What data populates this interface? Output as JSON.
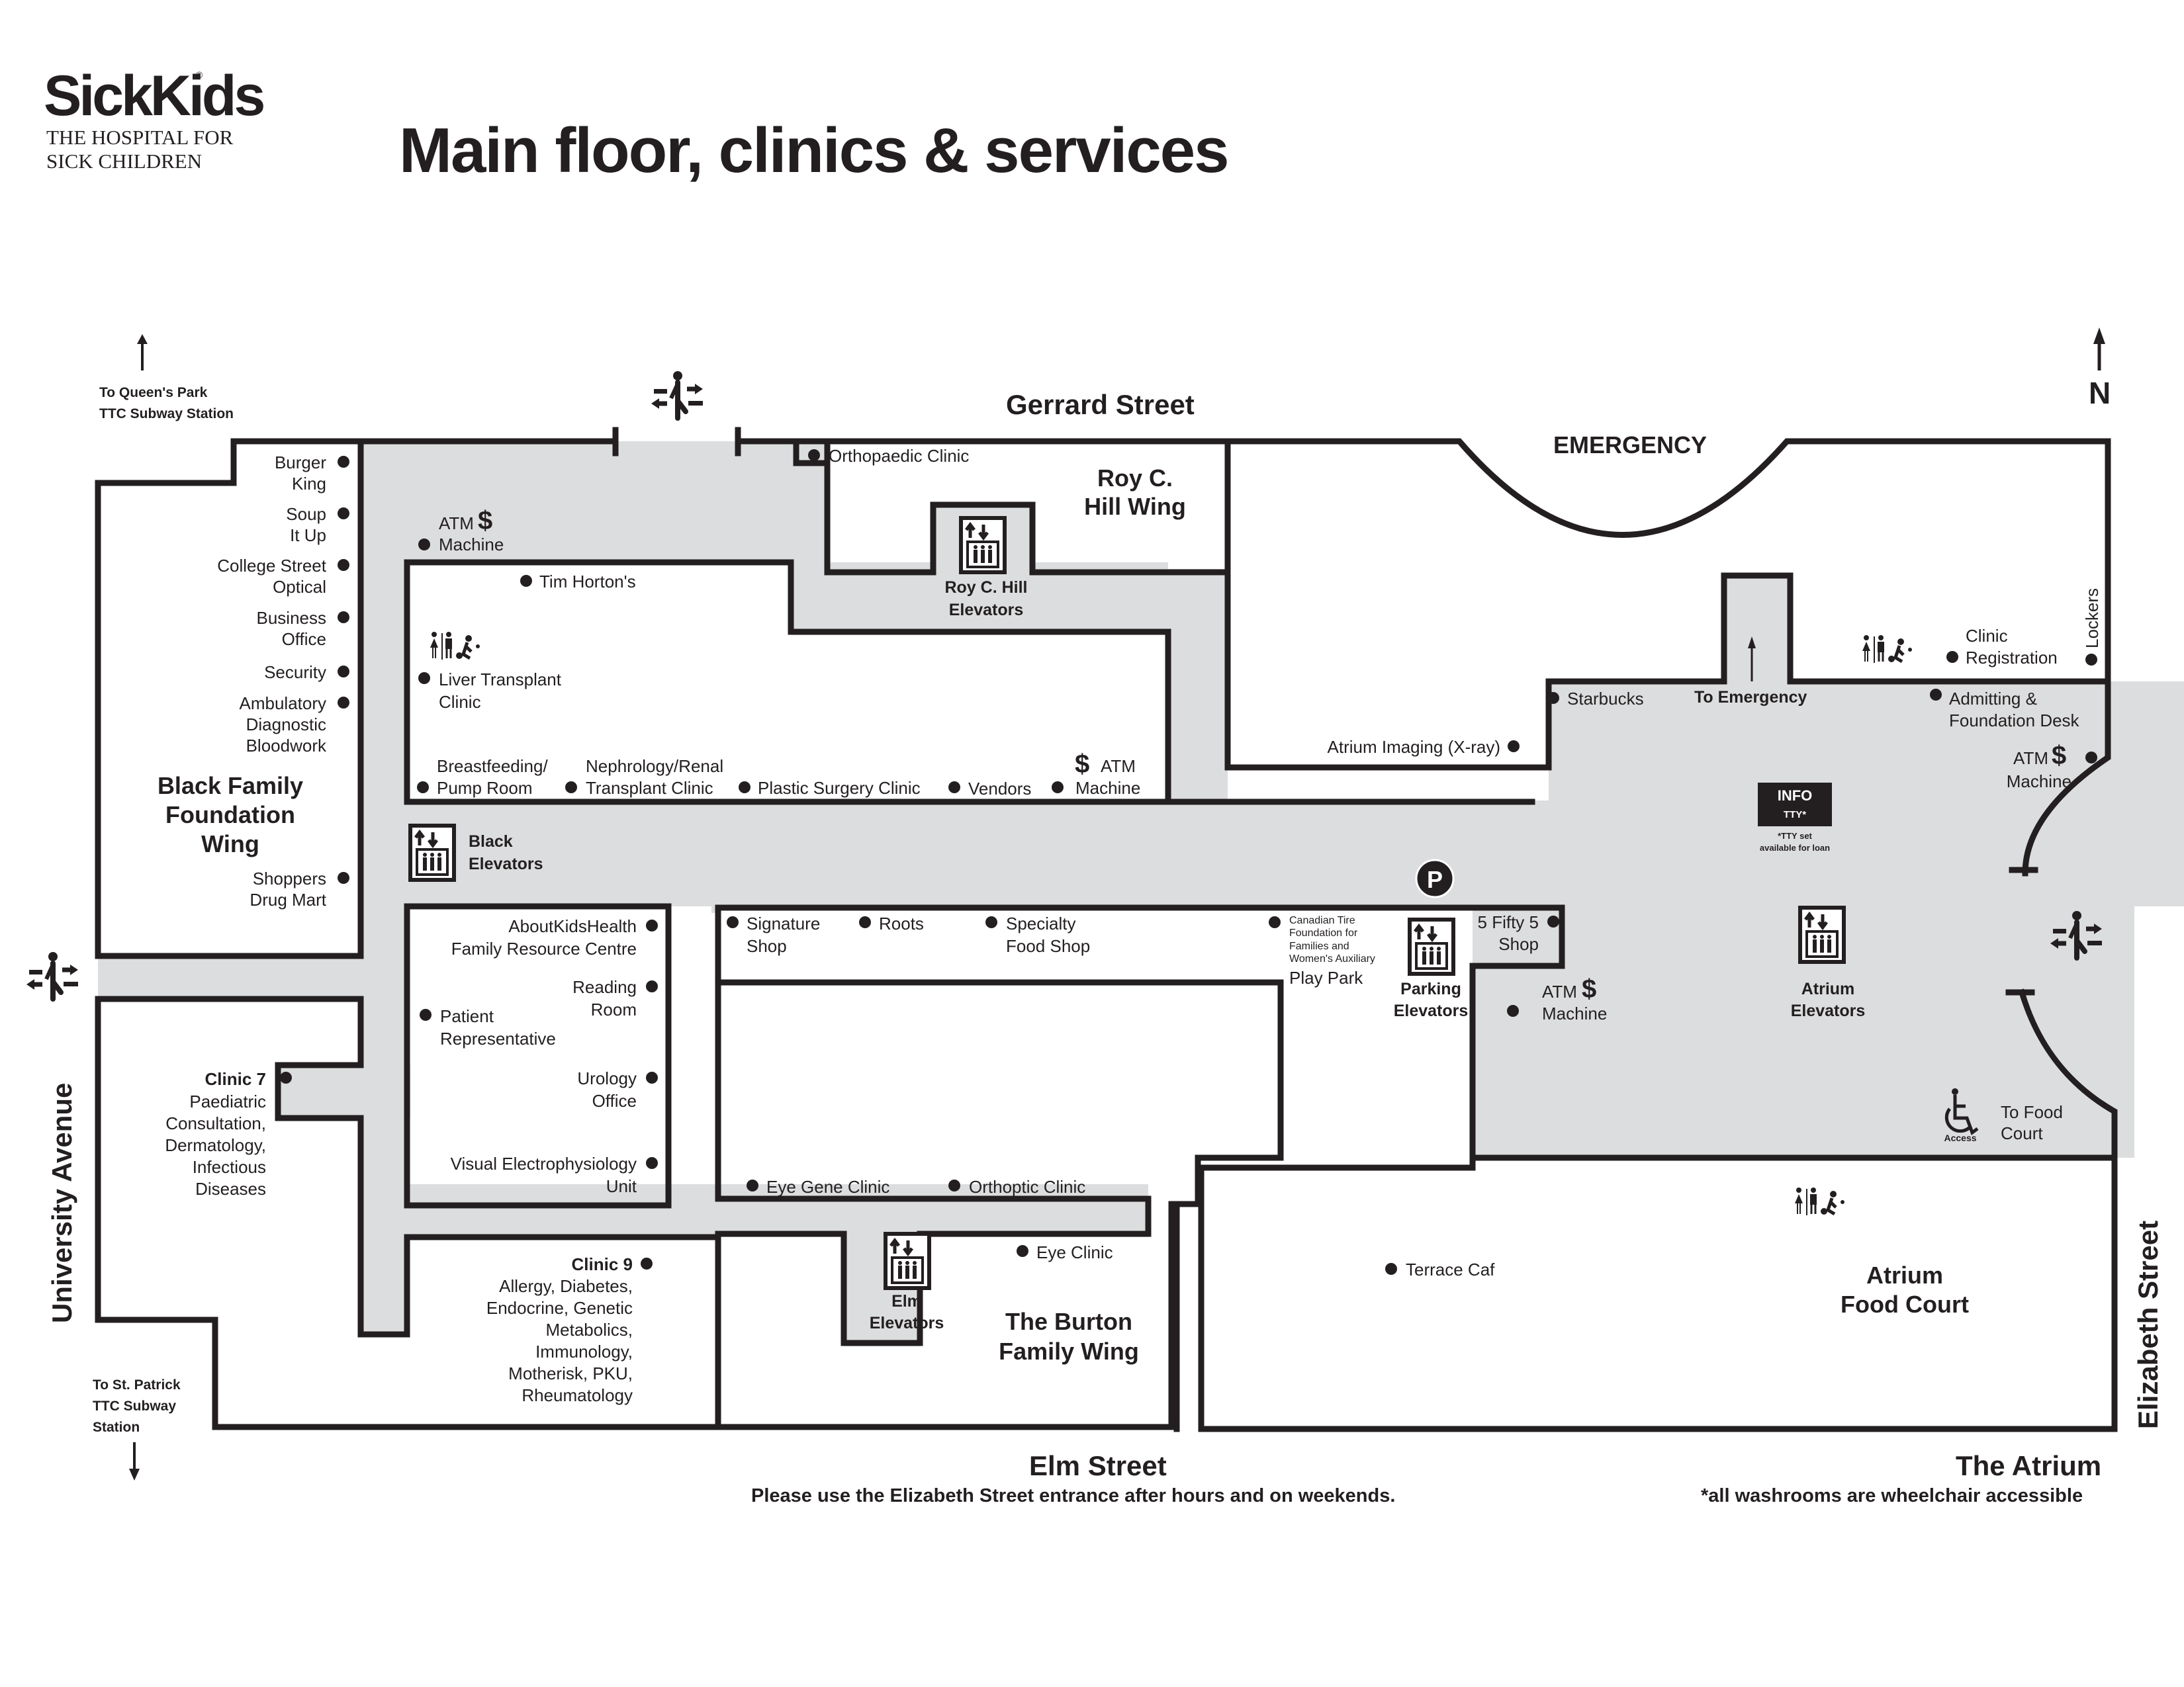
{
  "header": {
    "logo_word": "SickKids",
    "logo_registered": "®",
    "logo_line1": "THE HOSPITAL FOR",
    "logo_line2": "SICK CHILDREN",
    "title": "Main floor, clinics & services"
  },
  "streets": {
    "north": "Gerrard Street",
    "south": "Elm Street",
    "west": "University Avenue",
    "east": "Elizabeth Street",
    "atrium": "The Atrium"
  },
  "notes": {
    "elm": "Please use the Elizabeth Street entrance after hours and on weekends.",
    "washrooms": "*all washrooms are wheelchair accessible"
  },
  "directions": {
    "queens_park": [
      "To Queen's Park",
      "TTC Subway Station"
    ],
    "st_patrick": [
      "To St. Patrick",
      "TTC Subway",
      "Station"
    ],
    "north_label": "N",
    "to_emergency": "To Emergency",
    "to_food_court": [
      "To Food",
      "Court"
    ]
  },
  "wings": {
    "black": [
      "Black Family",
      "Foundation",
      "Wing"
    ],
    "roy": [
      "Roy C.",
      "Hill Wing"
    ],
    "burton": [
      "The Burton",
      "Family Wing"
    ],
    "emergency": "EMERGENCY",
    "food_court": [
      "Atrium",
      "Food Court"
    ]
  },
  "elevators": {
    "roy": [
      "Roy C. Hill",
      "Elevators"
    ],
    "black": [
      "Black",
      "Elevators"
    ],
    "parking": [
      "Parking",
      "Elevators"
    ],
    "atrium": [
      "Atrium",
      "Elevators"
    ],
    "elm": [
      "Elm",
      "Elevators"
    ]
  },
  "info": {
    "title": "INFO",
    "tty": "TTY*",
    "note": [
      "*TTY set",
      "available for loan"
    ]
  },
  "parking_symbol": "P",
  "access_label": "Access",
  "locations": {
    "burger_king": [
      "Burger",
      "King"
    ],
    "soup_it_up": [
      "Soup",
      "It Up"
    ],
    "college_optical": [
      "College Street",
      "Optical"
    ],
    "business_office": [
      "Business",
      "Office"
    ],
    "security": "Security",
    "ambulatory": [
      "Ambulatory",
      "Diagnostic",
      "Bloodwork"
    ],
    "shoppers": [
      "Shoppers",
      "Drug Mart"
    ],
    "atm1": [
      "ATM",
      "Machine"
    ],
    "tim_hortons": "Tim Horton's",
    "liver": [
      "Liver Transplant",
      "Clinic"
    ],
    "breastfeeding": [
      "Breastfeeding/",
      "Pump Room"
    ],
    "nephrology": [
      "Nephrology/Renal",
      "Transplant Clinic"
    ],
    "plastic": "Plastic Surgery Clinic",
    "vendors": "Vendors",
    "atm2": [
      "ATM",
      "Machine"
    ],
    "orthopaedic": "Orthopaedic Clinic",
    "atrium_imaging": "Atrium Imaging (X-ray)",
    "starbucks": "Starbucks",
    "clinic_registration": [
      "Clinic",
      "Registration"
    ],
    "lockers": "Lockers",
    "admitting": [
      "Admitting &",
      "Foundation Desk"
    ],
    "atm3": [
      "ATM",
      "Machine"
    ],
    "aboutkidshealth": [
      "AboutKidsHealth",
      "Family Resource Centre"
    ],
    "reading_room": [
      "Reading",
      "Room"
    ],
    "patient_rep": [
      "Patient",
      "Representative"
    ],
    "urology": [
      "Urology",
      "Office"
    ],
    "visual": [
      "Visual Electrophysiology",
      "Unit"
    ],
    "signature": [
      "Signature",
      "Shop"
    ],
    "roots": "Roots",
    "specialty": [
      "Specialty",
      "Food Shop"
    ],
    "canadian_tire": [
      "Canadian Tire",
      "Foundation for",
      "Families and",
      "Women's Auxiliary"
    ],
    "play_park": "Play Park",
    "five_fifty": [
      "5 Fifty 5",
      "Shop"
    ],
    "atm4": [
      "ATM",
      "Machine"
    ],
    "eye_gene": "Eye Gene Clinic",
    "orthoptic": "Orthoptic Clinic",
    "eye_clinic": "Eye Clinic",
    "clinic7_title": "Clinic 7",
    "clinic7": [
      "Paediatric",
      "Consultation,",
      "Dermatology,",
      "Infectious",
      "Diseases"
    ],
    "clinic9_title": "Clinic 9",
    "clinic9": [
      "Allergy, Diabetes,",
      "Endocrine, Genetic",
      "Metabolics,",
      "Immunology,",
      "Motherisk, PKU,",
      "Rheumatology"
    ],
    "terrace": "Terrace Caf"
  },
  "colors": {
    "corridor": "#dcddde",
    "ink": "#231f20"
  }
}
